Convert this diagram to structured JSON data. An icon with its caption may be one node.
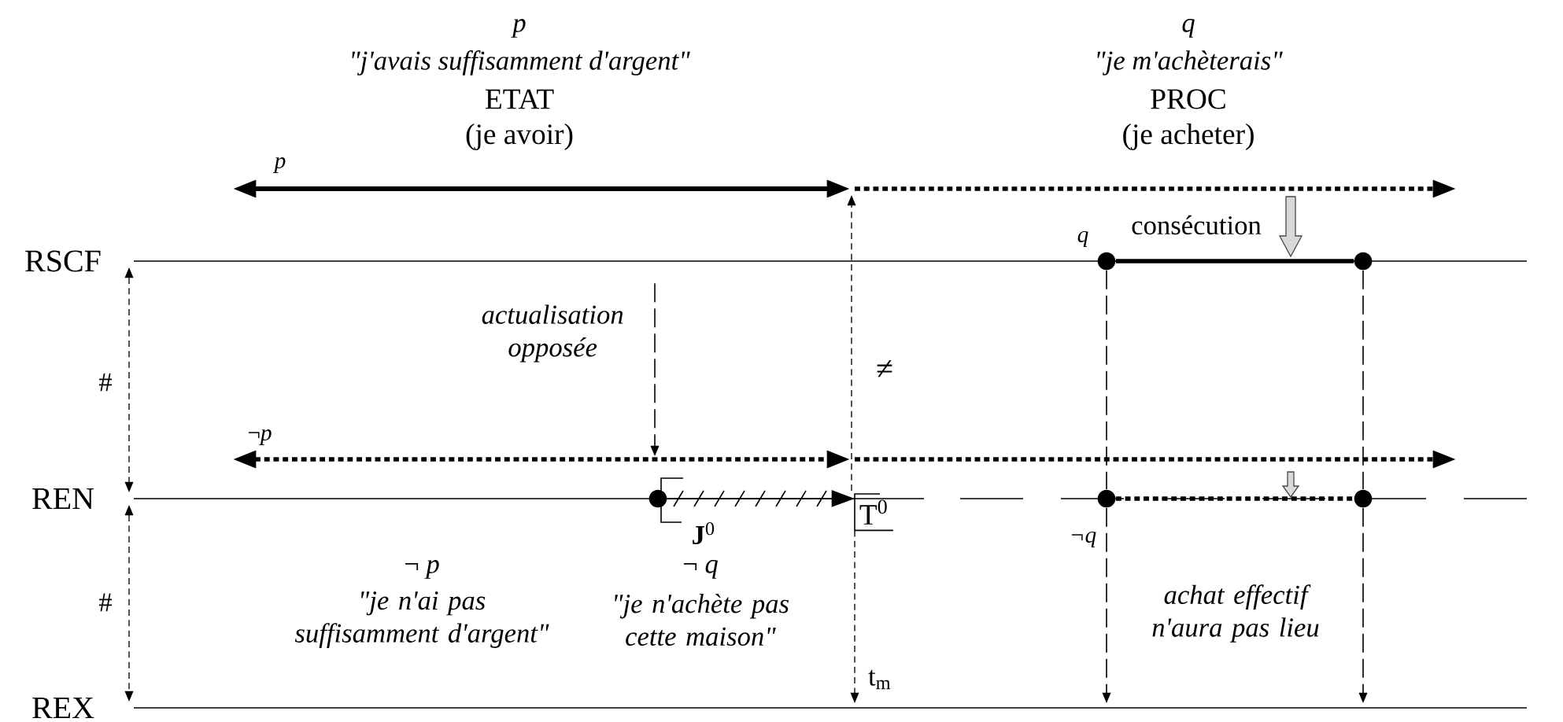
{
  "diagram": {
    "nodes": [
      {
        "text": [],
        "shape": "circle",
        "beside": [
          "q"
        ]
      },
      {
        "text": [],
        "shape": "circle"
      },
      {
        "text": [],
        "shape": "circle",
        "beside": [
          "¬q"
        ]
      },
      {
        "text": [],
        "shape": "circle"
      },
      {
        "text": [],
        "shape": "circle"
      },
      {
        "text": [
          "actualisation opposée"
        ]
      },
      {
        "text": [
          "T$^{0}$"
        ]
      }
    ],
    "edges": [
      {
        "from": 0,
        "to": 1,
        "arrow": "none",
        "style": "thick"
      },
      {
        "from": 2,
        "to": 3,
        "arrow": "none",
        "style": "dashed"
      },
      {
        "from": 0,
        "to": 2,
        "arrow": "none",
        "style": "dashed"
      },
      {
        "from": 1,
        "to": 3,
        "arrow": "none",
        "style": "dashed"
      },
      {
        "from": 2,
        "to": null,
        "arrow": "to",
        "style": "dashed"
      },
      {
        "from": 3,
        "to": null,
        "arrow": "to",
        "style": "dashed"
      },
      {
        "from": 4,
        "to": 6,
        "arrow": "to"
      },
      {
        "from": 5,
        "to": null,
        "arrow": "to",
        "style": "dashed"
      },
      {
        "from": 6,
        "to": null,
        "arrow": "to",
        "style": "dashed"
      },
      {
        "from": 6,
        "to": null,
        "arrow": "to",
        "style": "dashed",
        "label": "t$_{m}$"
      }
    ],
    "labels": [
      "*p*",
      "*\"j'avais suffisamment d'argent\"*",
      "ETAT",
      "(je avoir)",
      "*q*",
      "*\"je m'achèterais\"*",
      "PROC",
      "(je acheter)",
      "*p*",
      "consécution",
      "RSCF",
      "#",
      "≠",
      "¬*p*",
      "REN",
      "**J**$^{0}$",
      "#",
      "¬ *p*",
      "*\"je n'ai pas suffisamment d'argent\"*",
      "¬ *q*",
      "*\"je n'achète pas cette maison\"*",
      "*achat effectif n'aura pas lieu*",
      "REX"
    ]
  }
}
